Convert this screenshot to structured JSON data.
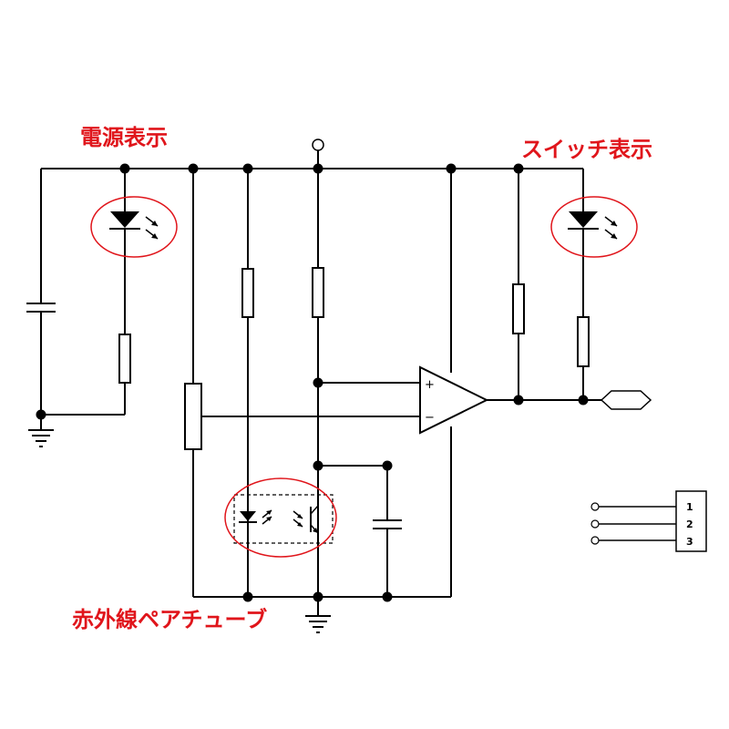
{
  "colors": {
    "annotation": "#e0151b",
    "wire": "#000000",
    "background": "#ffffff"
  },
  "labels": {
    "power_indicator": "電源表示",
    "switch_indicator": "スイッチ表示",
    "ir_pair_tube": "赤外線ペアチューブ"
  },
  "opamp": {
    "plus": "+",
    "minus": "−"
  },
  "connector": {
    "pins": [
      "1",
      "2",
      "3"
    ]
  }
}
